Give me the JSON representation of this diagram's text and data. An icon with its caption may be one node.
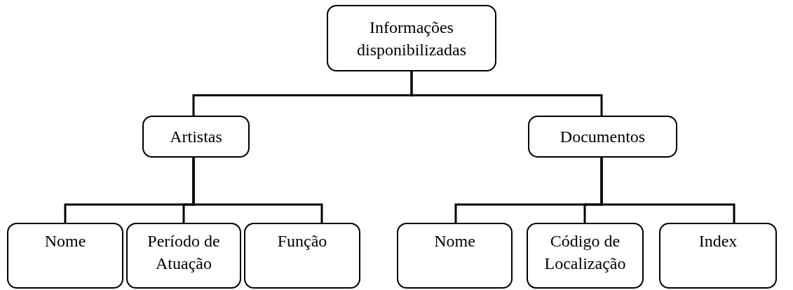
{
  "diagram": {
    "nodes": [
      {
        "text": [
          "Informações disponibilizadas"
        ]
      },
      {
        "text": [
          "Artistas"
        ]
      },
      {
        "text": [
          "Documentos"
        ]
      },
      {
        "text": [
          "Nome"
        ]
      },
      {
        "text": [
          "Período de Atuação"
        ]
      },
      {
        "text": [
          "Função"
        ]
      },
      {
        "text": [
          "Nome"
        ]
      },
      {
        "text": [
          "Código de Localização"
        ]
      },
      {
        "text": [
          "Index"
        ]
      }
    ],
    "edges": [
      {
        "from": 0,
        "to": 1,
        "arrow": "none"
      },
      {
        "from": 0,
        "to": 2,
        "arrow": "none"
      },
      {
        "from": 1,
        "to": 3,
        "arrow": "none"
      },
      {
        "from": 1,
        "to": 4,
        "arrow": "none"
      },
      {
        "from": 1,
        "to": 5,
        "arrow": "none"
      },
      {
        "from": 2,
        "to": 6,
        "arrow": "none"
      },
      {
        "from": 2,
        "to": 7,
        "arrow": "none"
      },
      {
        "from": 2,
        "to": 8,
        "arrow": "none"
      }
    ]
  }
}
